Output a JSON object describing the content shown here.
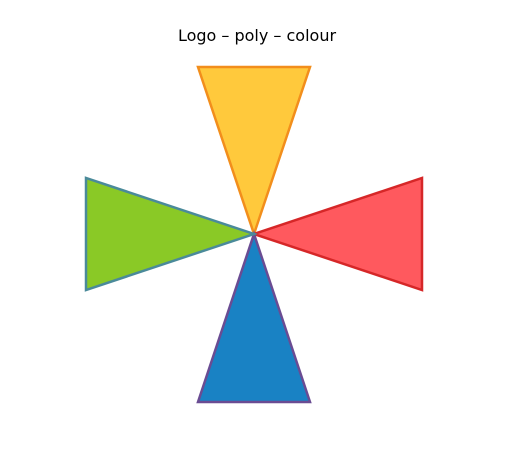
{
  "title": "Logo – poly – colour",
  "logo": {
    "triangles": [
      {
        "name": "top",
        "fill": "#ffc93c",
        "stroke": "#f28e1c"
      },
      {
        "name": "right",
        "fill": "#ff595e",
        "stroke": "#d62728"
      },
      {
        "name": "bottom",
        "fill": "#1982c4",
        "stroke": "#6a4c93"
      },
      {
        "name": "left",
        "fill": "#8ac926",
        "stroke": "#4a8a9a"
      }
    ]
  }
}
